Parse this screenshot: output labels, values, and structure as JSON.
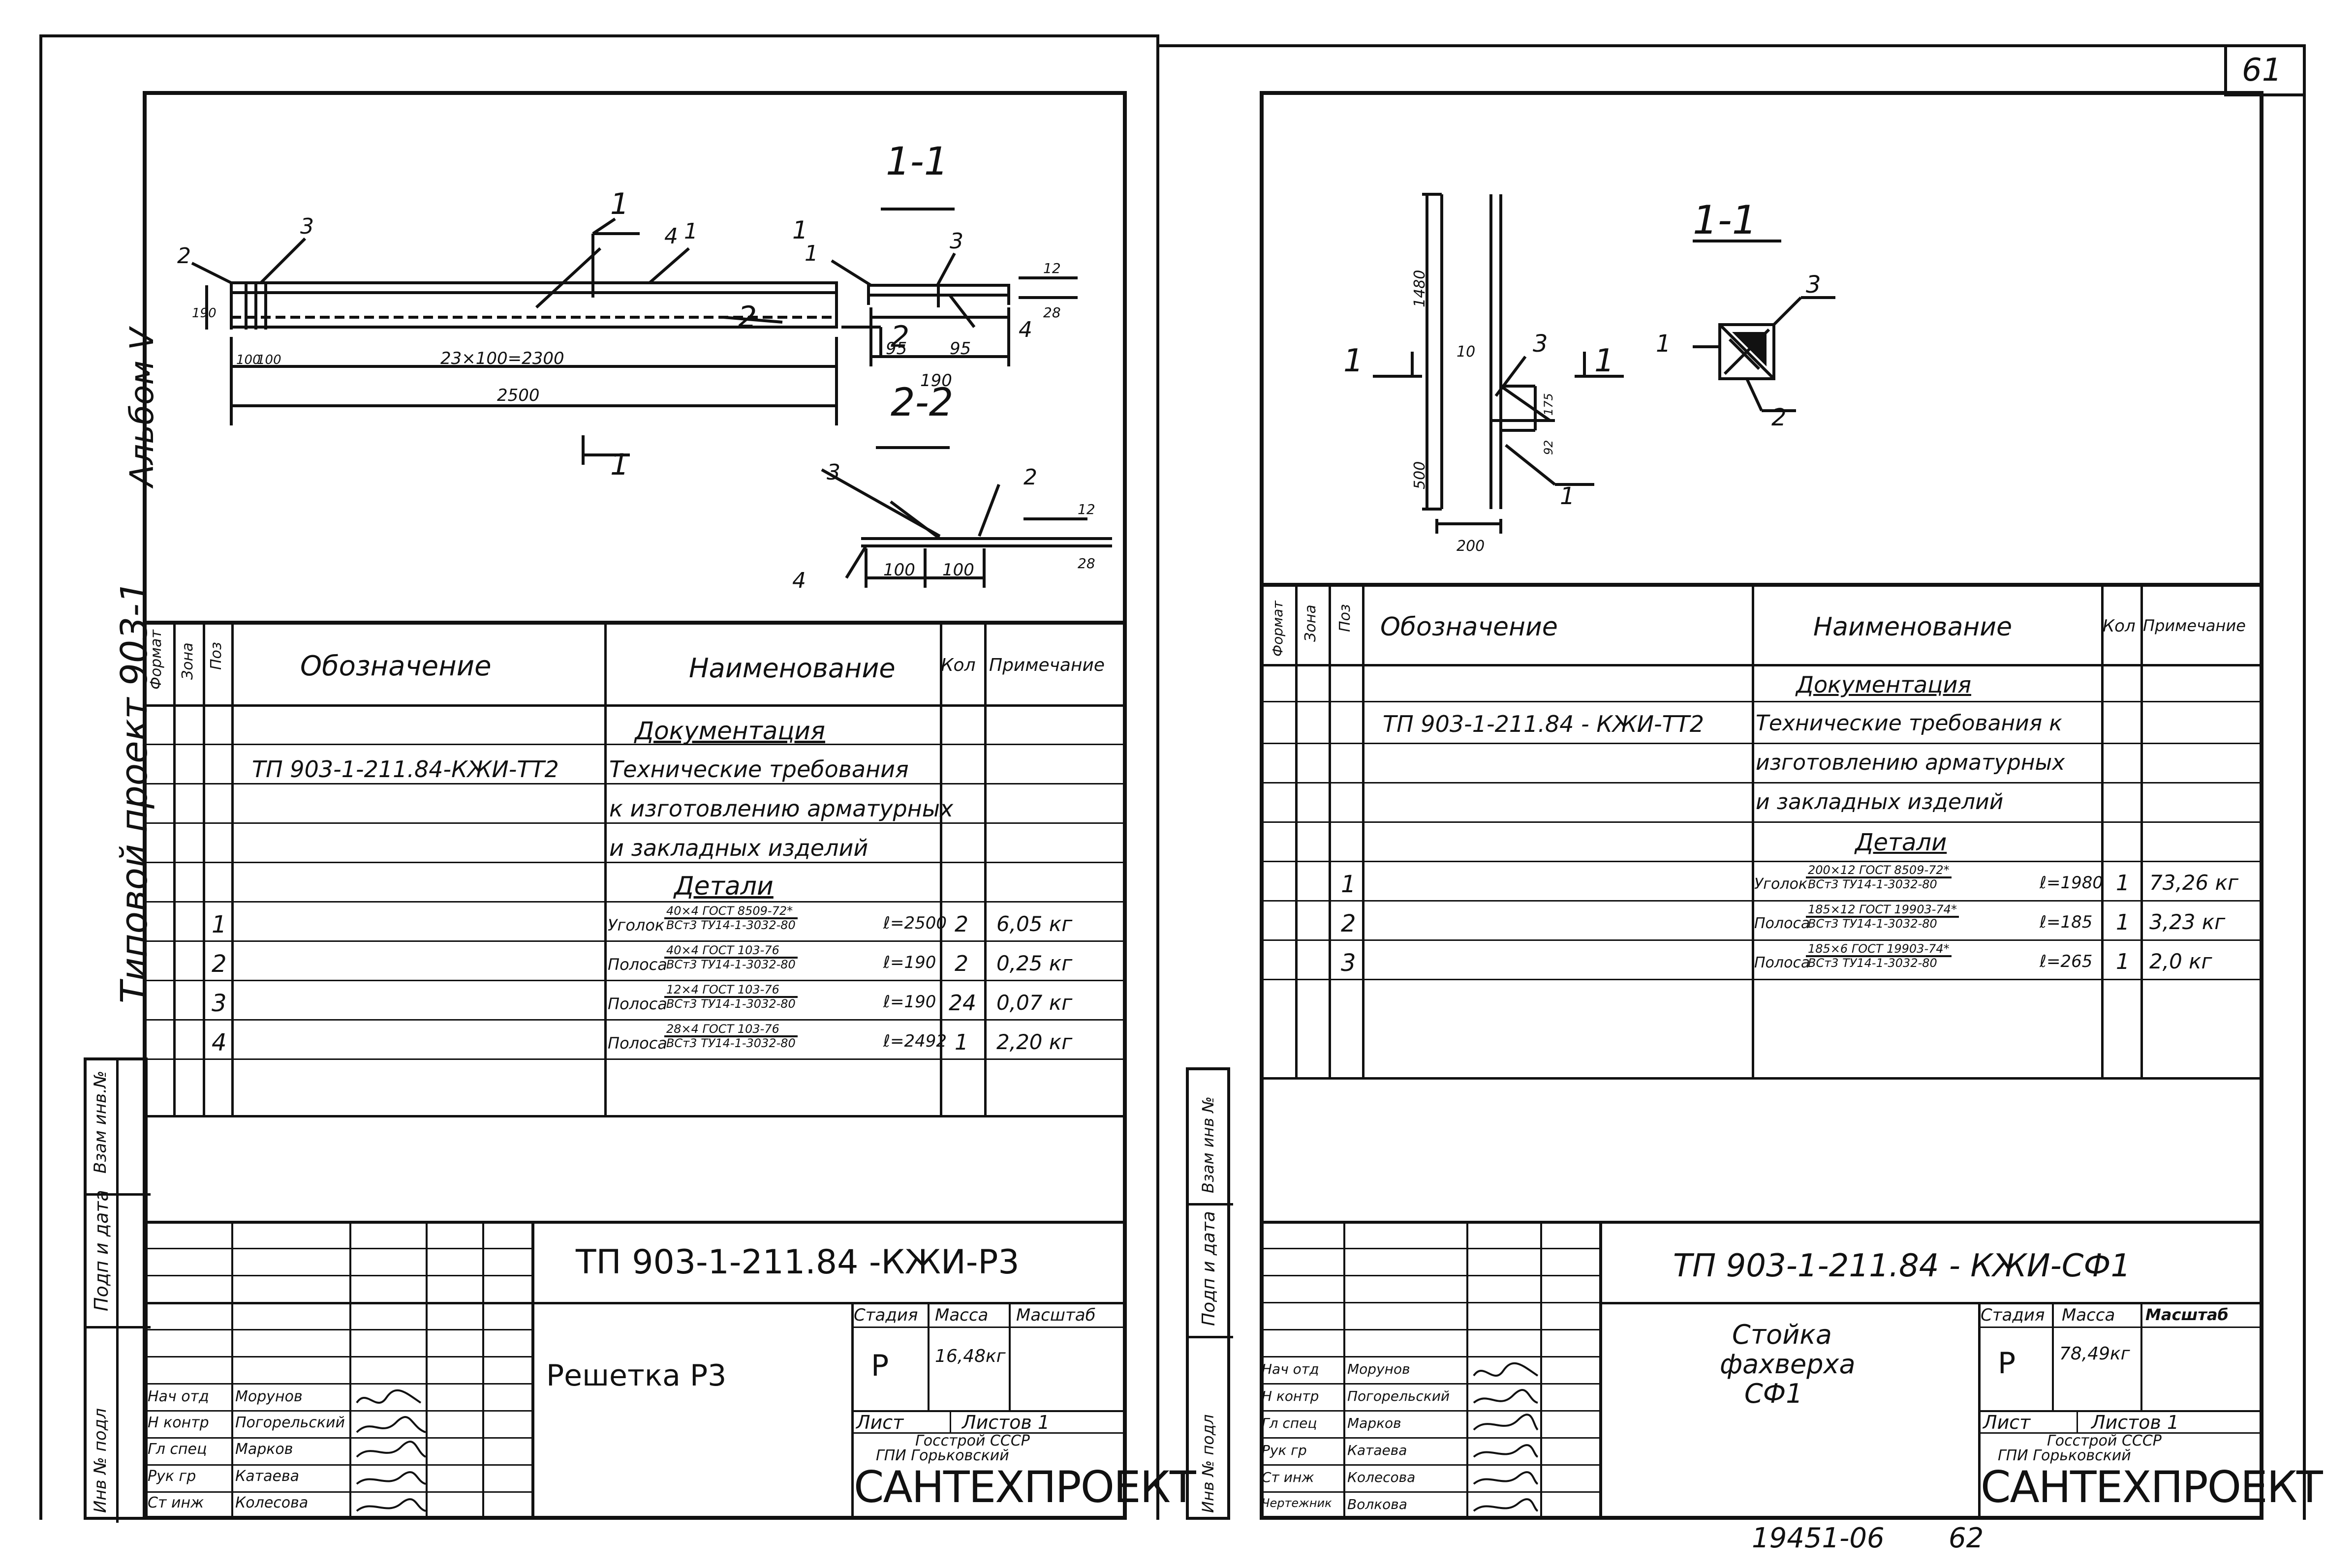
{
  "page_number": "61",
  "bottom_doc_number": "19451-06",
  "bottom_page": "62",
  "left_margin": {
    "album": "Альбом V",
    "project": "Типовой  проект 903-1",
    "vzam": "Взам инв.№",
    "podp": "Подп и дата",
    "inv": "Инв № подл"
  },
  "right_margin": {
    "vzam": "Взам инв №",
    "podp": "Подп и дата",
    "inv": "Инв № подл"
  },
  "left_sheet": {
    "drawing": {
      "section_title_1": "1-1",
      "section_title_2": "2-2",
      "dim_23x100": "23×100=2300",
      "dim_2500": "2500",
      "dim_190": "190",
      "dim_100a": "100",
      "dim_100b": "100",
      "dim_95a": "95",
      "dim_95b": "95",
      "dim_190b": "190",
      "dim_12": "12",
      "dim_28": "28",
      "dim_100c": "100",
      "dim_100d": "100",
      "dim_12b": "12",
      "dim_28b": "28",
      "callouts": [
        "1",
        "2",
        "3",
        "4",
        "1",
        "2",
        "2",
        "1",
        "3",
        "4",
        "3",
        "2",
        "4",
        "2"
      ]
    },
    "table": {
      "headers": {
        "format": "Формат",
        "zone": "Зона",
        "pos": "Поз",
        "designation": "Обозначение",
        "name": "Наименование",
        "qty": "Кол",
        "note": "Примечание"
      },
      "doc_heading": "Документация",
      "doc_code": "ТП 903-1-211.84-КЖИ-ТТ2",
      "doc_name_lines": [
        "Технические требования",
        "к изготовлению арматурных",
        "и закладных изделий"
      ],
      "details_heading": "Детали",
      "rows": [
        {
          "pos": "1",
          "prefix": "Уголок",
          "top": "40×4   ГОСТ 8509-72*",
          "bot": "ВСт3   ТУ14-1-3032-80",
          "len": "ℓ=2500",
          "qty": "2",
          "note": "6,05 кг"
        },
        {
          "pos": "2",
          "prefix": "Полоса",
          "top": "40×4   ГОСТ 103-76",
          "bot": "ВСт3   ТУ14-1-3032-80",
          "len": "ℓ=190",
          "qty": "2",
          "note": "0,25 кг"
        },
        {
          "pos": "3",
          "prefix": "Полоса",
          "top": "12×4   ГОСТ 103-76",
          "bot": "ВСт3   ТУ14-1-3032-80",
          "len": "ℓ=190",
          "qty": "24",
          "note": "0,07 кг"
        },
        {
          "pos": "4",
          "prefix": "Полоса",
          "top": "28×4   ГОСТ 103-76",
          "bot": "ВСт3   ТУ14-1-3032-80",
          "len": "ℓ=2492",
          "qty": "1",
          "note": "2,20 кг"
        }
      ]
    },
    "stamp": {
      "code": "ТП 903-1-211.84  -КЖИ-Р3",
      "title": "Решетка  Р3",
      "stage_label": "Стадия",
      "mass_label": "Масса",
      "scale_label": "Масштаб",
      "stage": "Р",
      "mass": "16,48кг",
      "sheet_label": "Лист",
      "sheets_label": "Листов 1",
      "org1": "Госстрой СССР",
      "org2": "ГПИ Горьковский",
      "org3": "САНТЕХПРОЕКТ",
      "roles": [
        "Нач отд",
        "Н контр",
        "Гл спец",
        "Рук гр",
        "Ст инж"
      ],
      "names": [
        "Морунов",
        "Погорельский",
        "Марков",
        "Катаева",
        "Колесова"
      ]
    }
  },
  "right_sheet": {
    "drawing": {
      "section_title": "1-1",
      "dim_1480": "1480",
      "dim_500": "500",
      "dim_200": "200",
      "dim_10": "10",
      "dim_175": "175",
      "dim_92": "92",
      "callouts": [
        "1",
        "3",
        "1",
        "1",
        "1",
        "3",
        "2"
      ]
    },
    "table": {
      "headers": {
        "format": "Формат",
        "zone": "Зона",
        "pos": "Поз",
        "designation": "Обозначение",
        "name": "Наименование",
        "qty": "Кол",
        "note": "Примечание"
      },
      "doc_heading": "Документация",
      "doc_code": "ТП 903-1-211.84 - КЖИ-ТТ2",
      "doc_name_lines": [
        "Технические требования к",
        "изготовлению арматурных",
        "и закладных изделий"
      ],
      "details_heading": "Детали",
      "rows": [
        {
          "pos": "1",
          "prefix": "Уголок",
          "top": "200×12 ГОСТ 8509-72*",
          "bot": "ВСт3   ТУ14-1-3032-80",
          "len": "ℓ=1980",
          "qty": "1",
          "note": "73,26 кг"
        },
        {
          "pos": "2",
          "prefix": "Полоса",
          "top": "185×12 ГОСТ 19903-74*",
          "bot": "ВСт3   ТУ14-1-3032-80",
          "len": "ℓ=185",
          "qty": "1",
          "note": "3,23 кг"
        },
        {
          "pos": "3",
          "prefix": "Полоса",
          "top": "185×6  ГОСТ 19903-74*",
          "bot": "ВСт3   ТУ14-1-3032-80",
          "len": "ℓ=265",
          "qty": "1",
          "note": "2,0 кг"
        }
      ]
    },
    "stamp": {
      "code": "ТП 903-1-211.84   - КЖИ-СФ1",
      "title_lines": [
        "Стойка",
        "фахверха",
        "СФ1"
      ],
      "stage_label": "Стадия",
      "mass_label": "Масса",
      "scale_label": "Масштаб",
      "stage": "Р",
      "mass": "78,49кг",
      "sheet_label": "Лист",
      "sheets_label": "Листов 1",
      "org1": "Госстрой СССР",
      "org2": "ГПИ Горьковский",
      "org3": "САНТЕХПРОЕКТ",
      "roles": [
        "Нач отд",
        "Н контр",
        "Гл спец",
        "Рук гр",
        "Ст инж",
        "Чертежник"
      ],
      "names": [
        "Морунов",
        "Погорельский",
        "Марков",
        "Катаева",
        "Колесова",
        "Волкова"
      ]
    }
  }
}
